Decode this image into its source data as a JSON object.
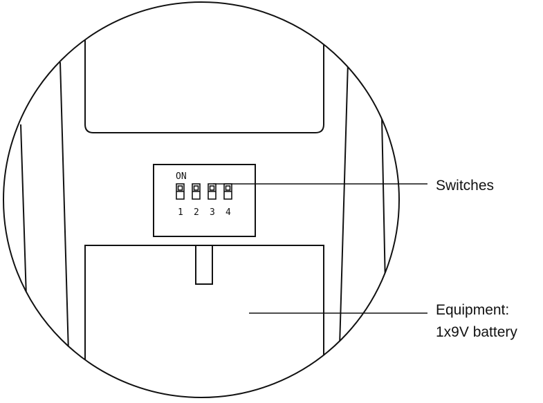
{
  "dip_switch": {
    "on_label": "ON",
    "switches": [
      {
        "number": "1"
      },
      {
        "number": "2"
      },
      {
        "number": "3"
      },
      {
        "number": "4"
      }
    ]
  },
  "callouts": {
    "switches": "Switches",
    "equipment_line1": "Equipment:",
    "equipment_line2": "1x9V battery"
  },
  "colors": {
    "line": "#111111",
    "background": "#ffffff"
  }
}
